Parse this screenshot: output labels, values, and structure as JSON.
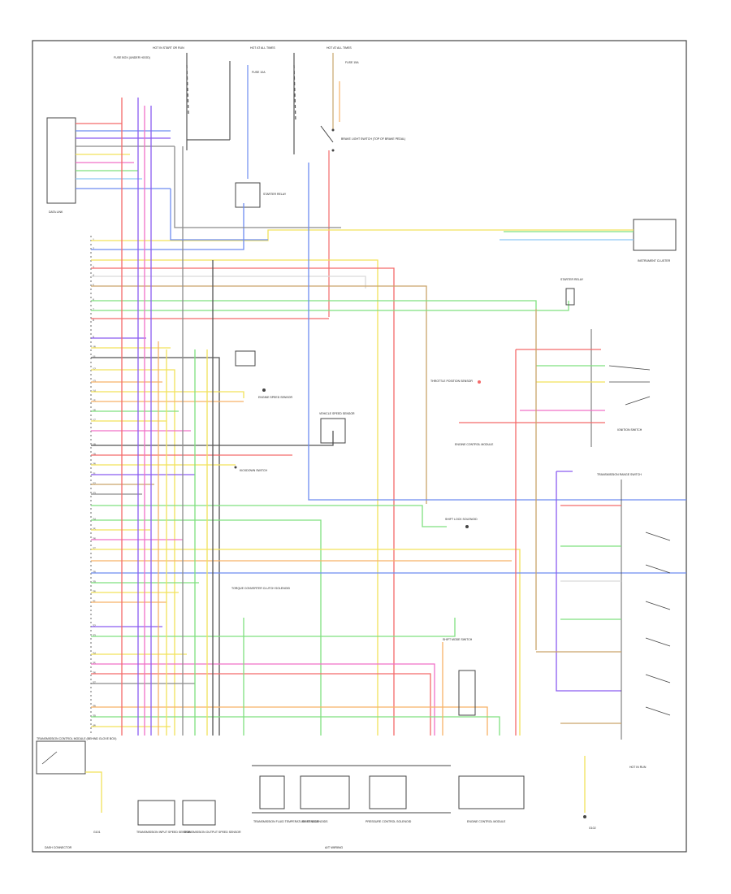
{
  "diagram": {
    "border_color": "#444444",
    "wire_colors": {
      "red": "#f46a6a",
      "pink": "#f070c8",
      "violet": "#8a5cf0",
      "blue": "#6d8cf0",
      "lightblue": "#8ec6f5",
      "green": "#7fe07f",
      "yellow": "#f2e25a",
      "orange": "#f7b267",
      "tan": "#c9a56a",
      "gray": "#8b8b8b",
      "darkgray": "#555555",
      "brown": "#8a5a2b",
      "white": "#d9d9d9",
      "black": "#222222"
    },
    "labels": {
      "hot_start_run": "HOT IN START OR RUN",
      "hot_at_all_times_1": "HOT AT ALL TIMES",
      "hot_at_all_times_2": "HOT AT ALL TIMES",
      "fuse_box_top": "FUSE BOX (UNDER HOOD)",
      "fuse_1": "FUSE 10A",
      "fuse_2": "FUSE 15A",
      "brake_switch": "BRAKE LIGHT SWITCH (TOP OF BRAKE PEDAL)",
      "dash_connector": "DASH CONNECTOR",
      "data_link": "DATA LINK",
      "tcm": "TRANSMISSION CONTROL MODULE (BEHIND GLOVE BOX)",
      "instrument_cluster": "INSTRUMENT CLUSTER",
      "engine_speed_sensor": "ENGINE SPEED SENSOR",
      "ignition": "IGNITION SWITCH",
      "starter_relay": "STARTER RELAY",
      "vss": "VEHICLE SPEED SENSOR",
      "kickdown_switch": "KICKDOWN SWITCH",
      "throttle_pot": "THROTTLE POSITION SENSOR",
      "shift_lock": "SHIFT LOCK SOLENOID",
      "engine_control_module": "ENGINE CONTROL MODULE",
      "ground_1": "G101",
      "ground_2": "G102",
      "trans_temp": "TRANSMISSION FLUID TEMPERATURE SENSOR",
      "trans_input_speed": "TRANSMISSION INPUT SPEED SENSOR",
      "trans_output_speed": "TRANSMISSION OUTPUT SPEED SENSOR",
      "shift_solenoids": "SHIFT SOLENOIDS",
      "pressure_control": "PRESSURE CONTROL SOLENOID",
      "torque_conv": "TORQUE CONVERTER CLUTCH SOLENOID",
      "shift_mode_switch": "SHIFT MODE SWITCH",
      "trans_range_switch": "TRANSMISSION RANGE SWITCH",
      "hot_in_run": "HOT IN RUN",
      "footer": "A/T WIRING"
    }
  }
}
